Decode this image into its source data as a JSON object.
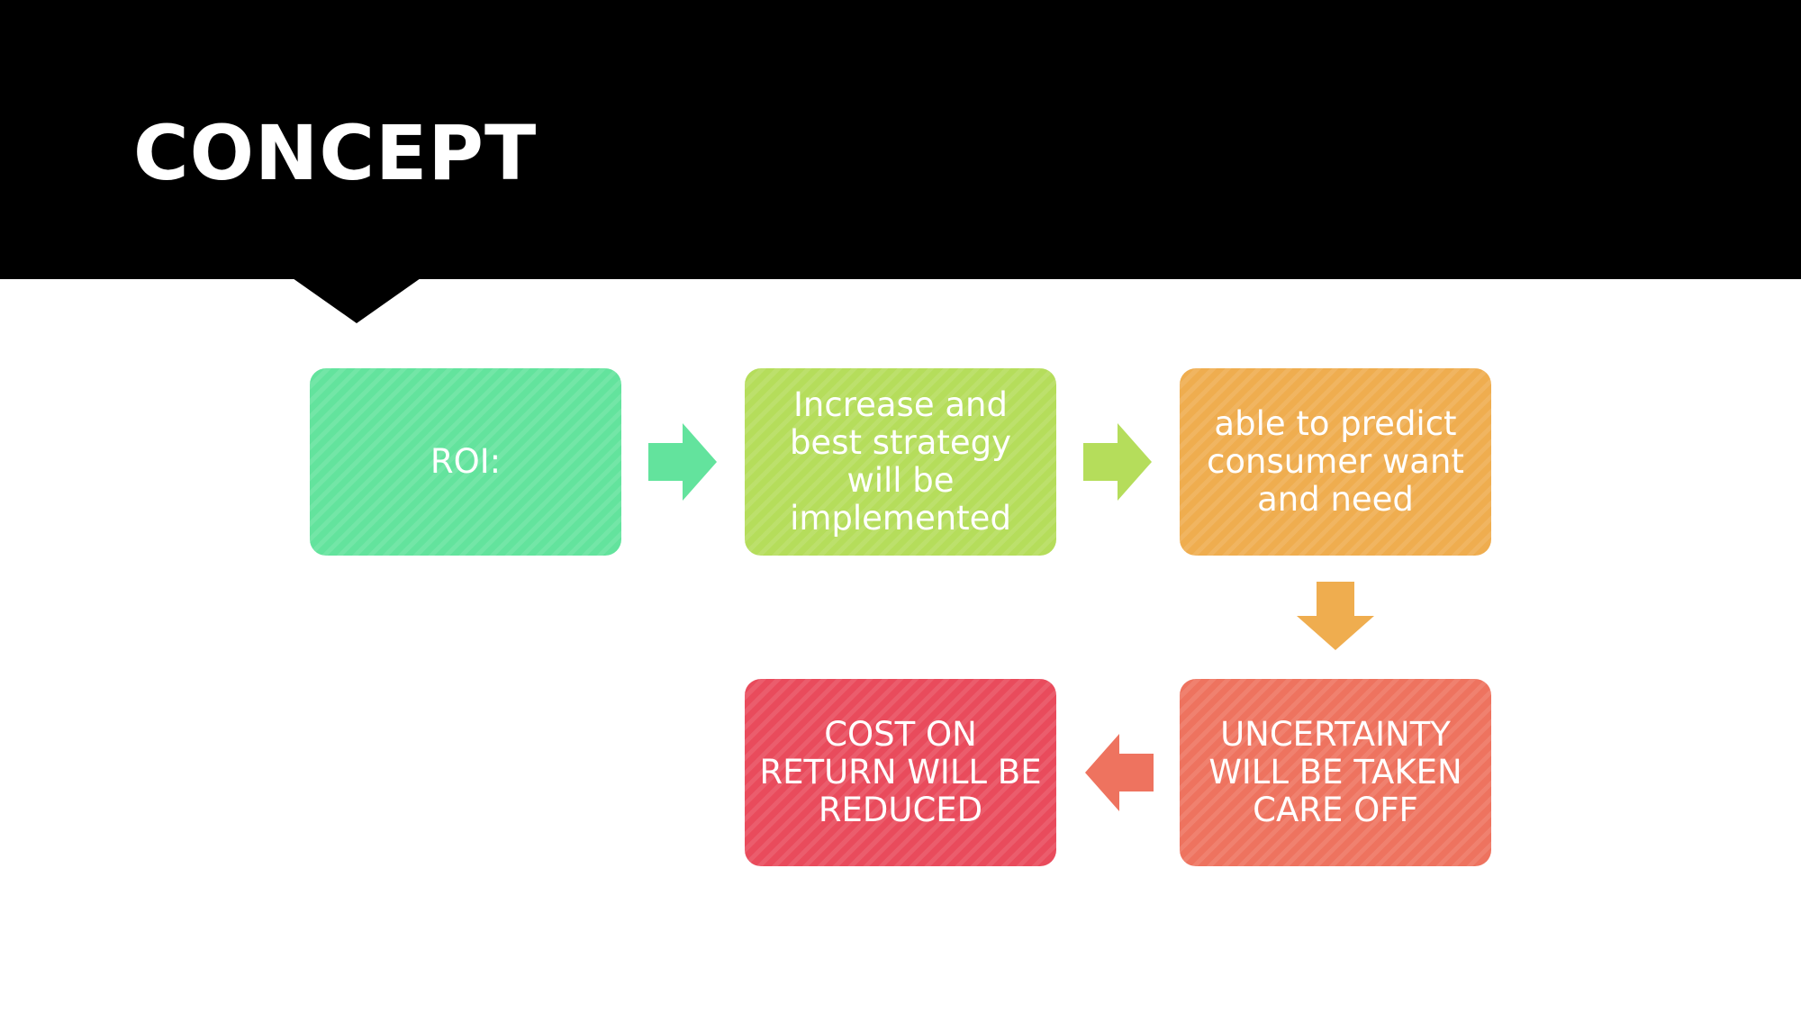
{
  "slide": {
    "title": "CONCEPT"
  },
  "flow": {
    "steps": [
      {
        "label": "ROI:",
        "color": "#63e39d"
      },
      {
        "label": "Increase and best strategy will be implemented",
        "color": "#b5dd5b"
      },
      {
        "label": "able to predict consumer want and need",
        "color": "#efad4f"
      },
      {
        "label": "UNCERTAINTY WILL BE TAKEN CARE OFF",
        "color": "#ee735f"
      },
      {
        "label": "COST ON RETURN WILL BE REDUCED",
        "color": "#e94b5c"
      }
    ],
    "arrows": [
      {
        "direction": "right",
        "color": "#63e39d"
      },
      {
        "direction": "right",
        "color": "#b5dd5b"
      },
      {
        "direction": "down",
        "color": "#efad4f"
      },
      {
        "direction": "left",
        "color": "#ee735f"
      }
    ]
  }
}
